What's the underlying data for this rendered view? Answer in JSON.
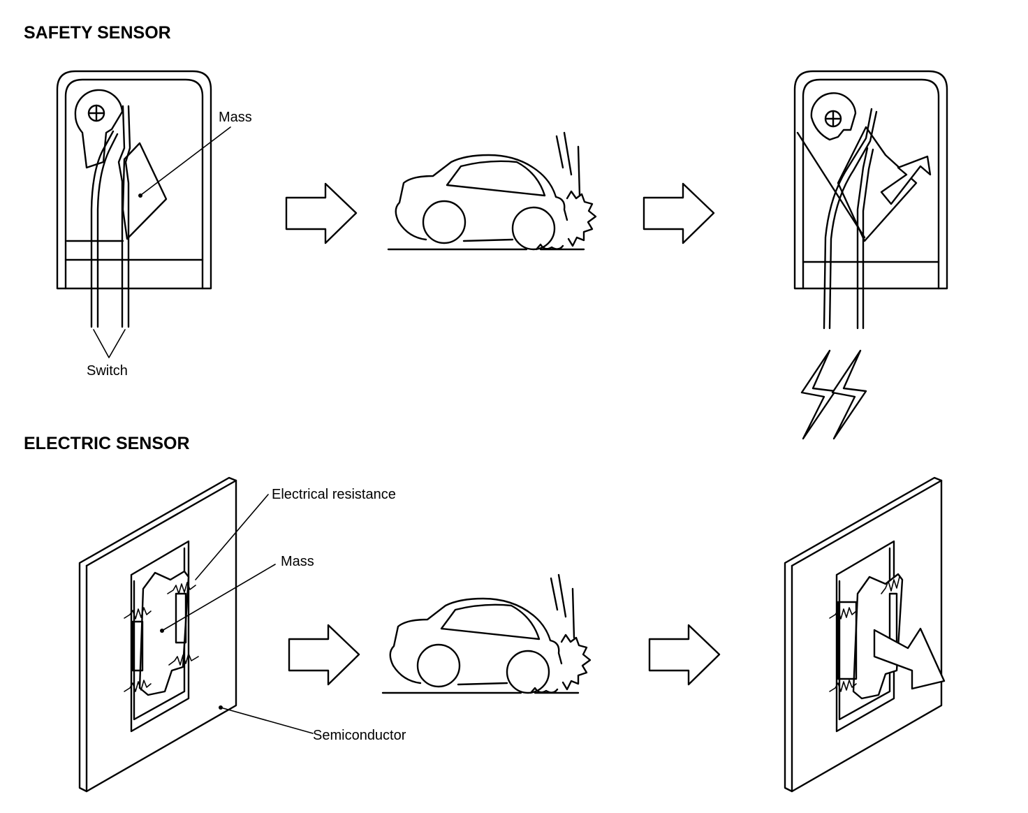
{
  "headings": {
    "safety": "SAFETY SENSOR",
    "electric": "ELECTRIC SENSOR"
  },
  "labels": {
    "safety_mass": "Mass",
    "switch": "Switch",
    "electrical_resistance": "Electrical resistance",
    "electric_mass": "Mass",
    "semiconductor": "Semiconductor"
  },
  "colors": {
    "line": "#000000",
    "background": "#ffffff"
  }
}
